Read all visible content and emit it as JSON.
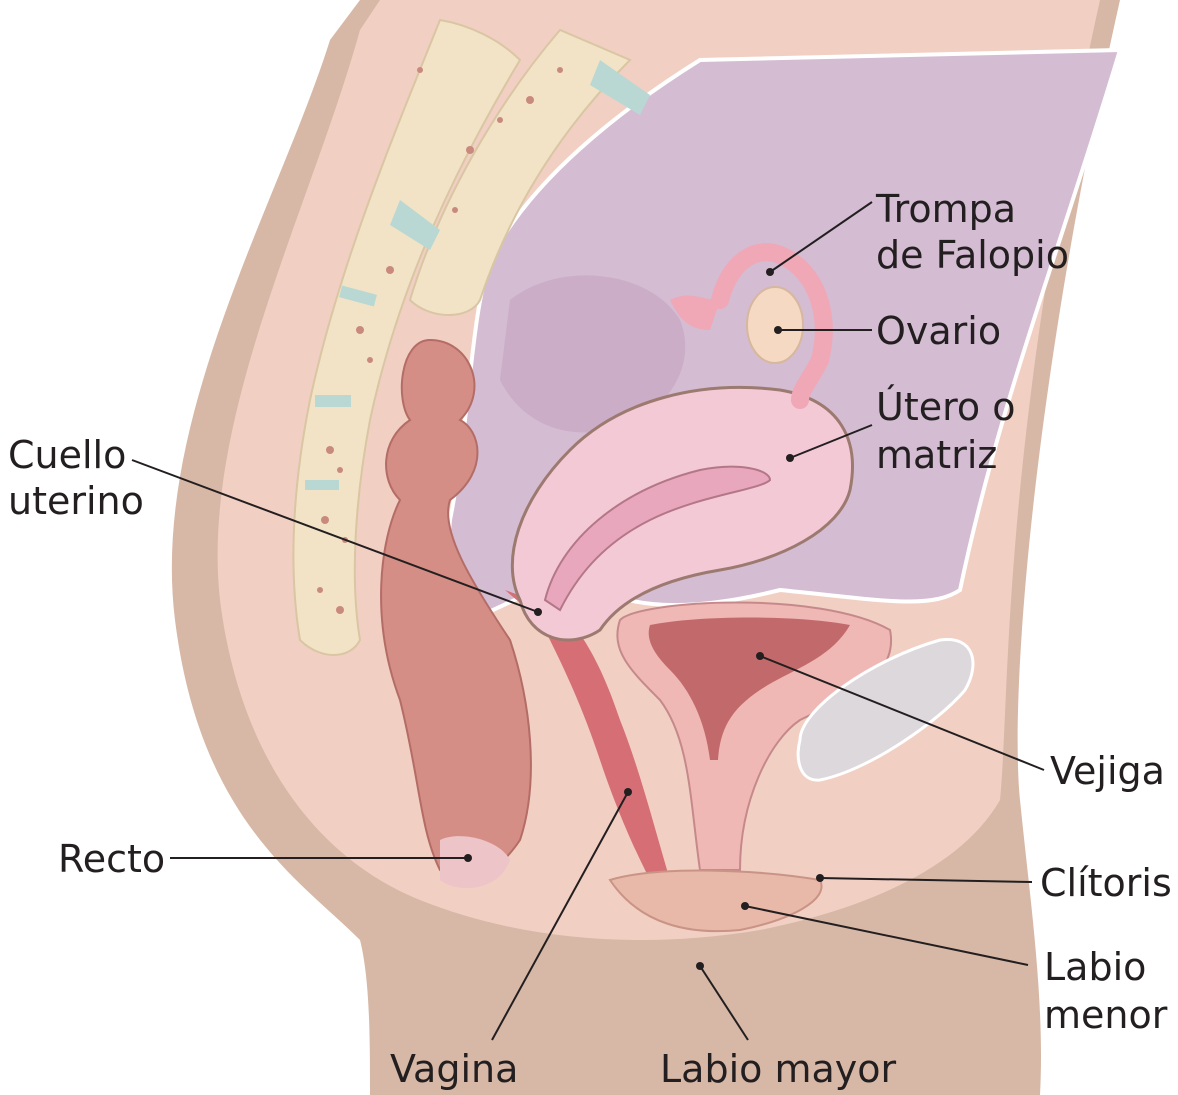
{
  "labels": {
    "trompa_1": "Trompa",
    "trompa_2": "de Falopio",
    "ovario": "Ovario",
    "utero_1": "Útero o",
    "utero_2": "matriz",
    "cuello_1": "Cuello",
    "cuello_2": "uterino",
    "vejiga": "Vejiga",
    "recto": "Recto",
    "clitoris": "Clítoris",
    "labio_menor_1": "Labio",
    "labio_menor_2": "menor",
    "vagina": "Vagina",
    "labio_mayor": "Labio mayor"
  },
  "colors": {
    "skin_outer": "#d7b8a6",
    "skin": "#f2cfc3",
    "peritoneum": "#b89ab8",
    "cavity": "#d4bcd2",
    "bone": "#f2e3c7",
    "bone_marrow": "#c98a7e",
    "disc": "#b9d8d3",
    "uterus": "#f3c9d6",
    "uterus_wall": "#e9a7bd",
    "rectum": "#d58e86",
    "bladder": "#f0b8b4",
    "bladder_inner": "#c26a6b",
    "pubic_bone": "#dcd8dc",
    "line": "#231f20"
  }
}
